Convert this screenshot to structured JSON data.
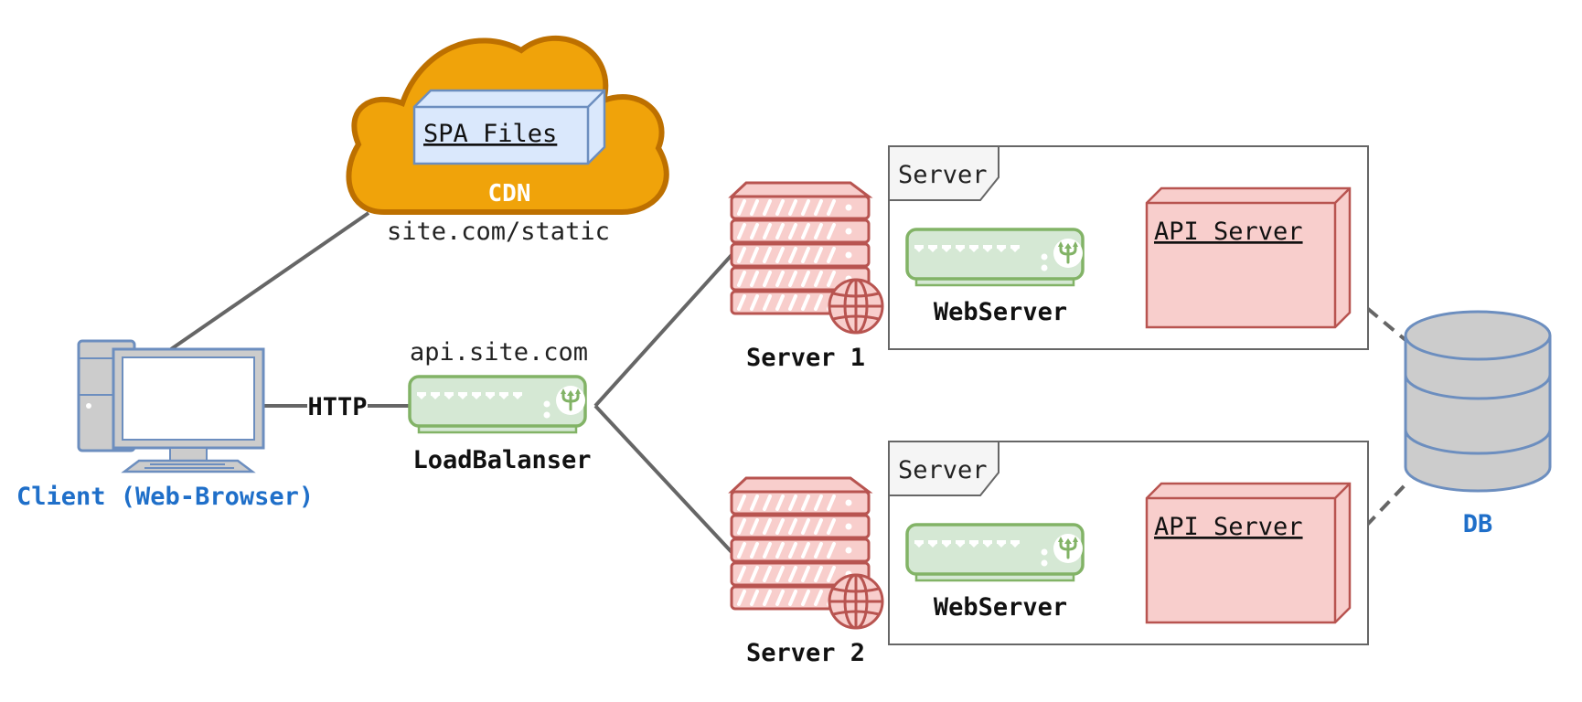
{
  "client": {
    "label": "Client (Web-Browser)"
  },
  "cdn": {
    "label": "CDN",
    "artifact": "SPA Files",
    "url": "site.com/static"
  },
  "connection": {
    "protocol": "HTTP"
  },
  "load_balancer": {
    "host": "api.site.com",
    "label": "LoadBalanser"
  },
  "servers": [
    {
      "label": "Server 1",
      "frame_title": "Server",
      "webserver": "WebServer",
      "api": "API Server"
    },
    {
      "label": "Server 2",
      "frame_title": "Server",
      "webserver": "WebServer",
      "api": "API Server"
    }
  ],
  "database": {
    "label": "DB"
  },
  "colors": {
    "client_stroke": "#6c8ebf",
    "client_fill": "#cccccc",
    "cdn_fill": "#f0a30a",
    "cdn_stroke": "#bd7000",
    "artifact_fill": "#dae8fc",
    "router_fill": "#d5e8d4",
    "router_stroke": "#82b366",
    "server_fill": "#f8cecc",
    "server_stroke": "#b85450",
    "db_fill": "#cccccc",
    "db_stroke": "#6c8ebf",
    "label_blue": "#1f6fc9"
  }
}
